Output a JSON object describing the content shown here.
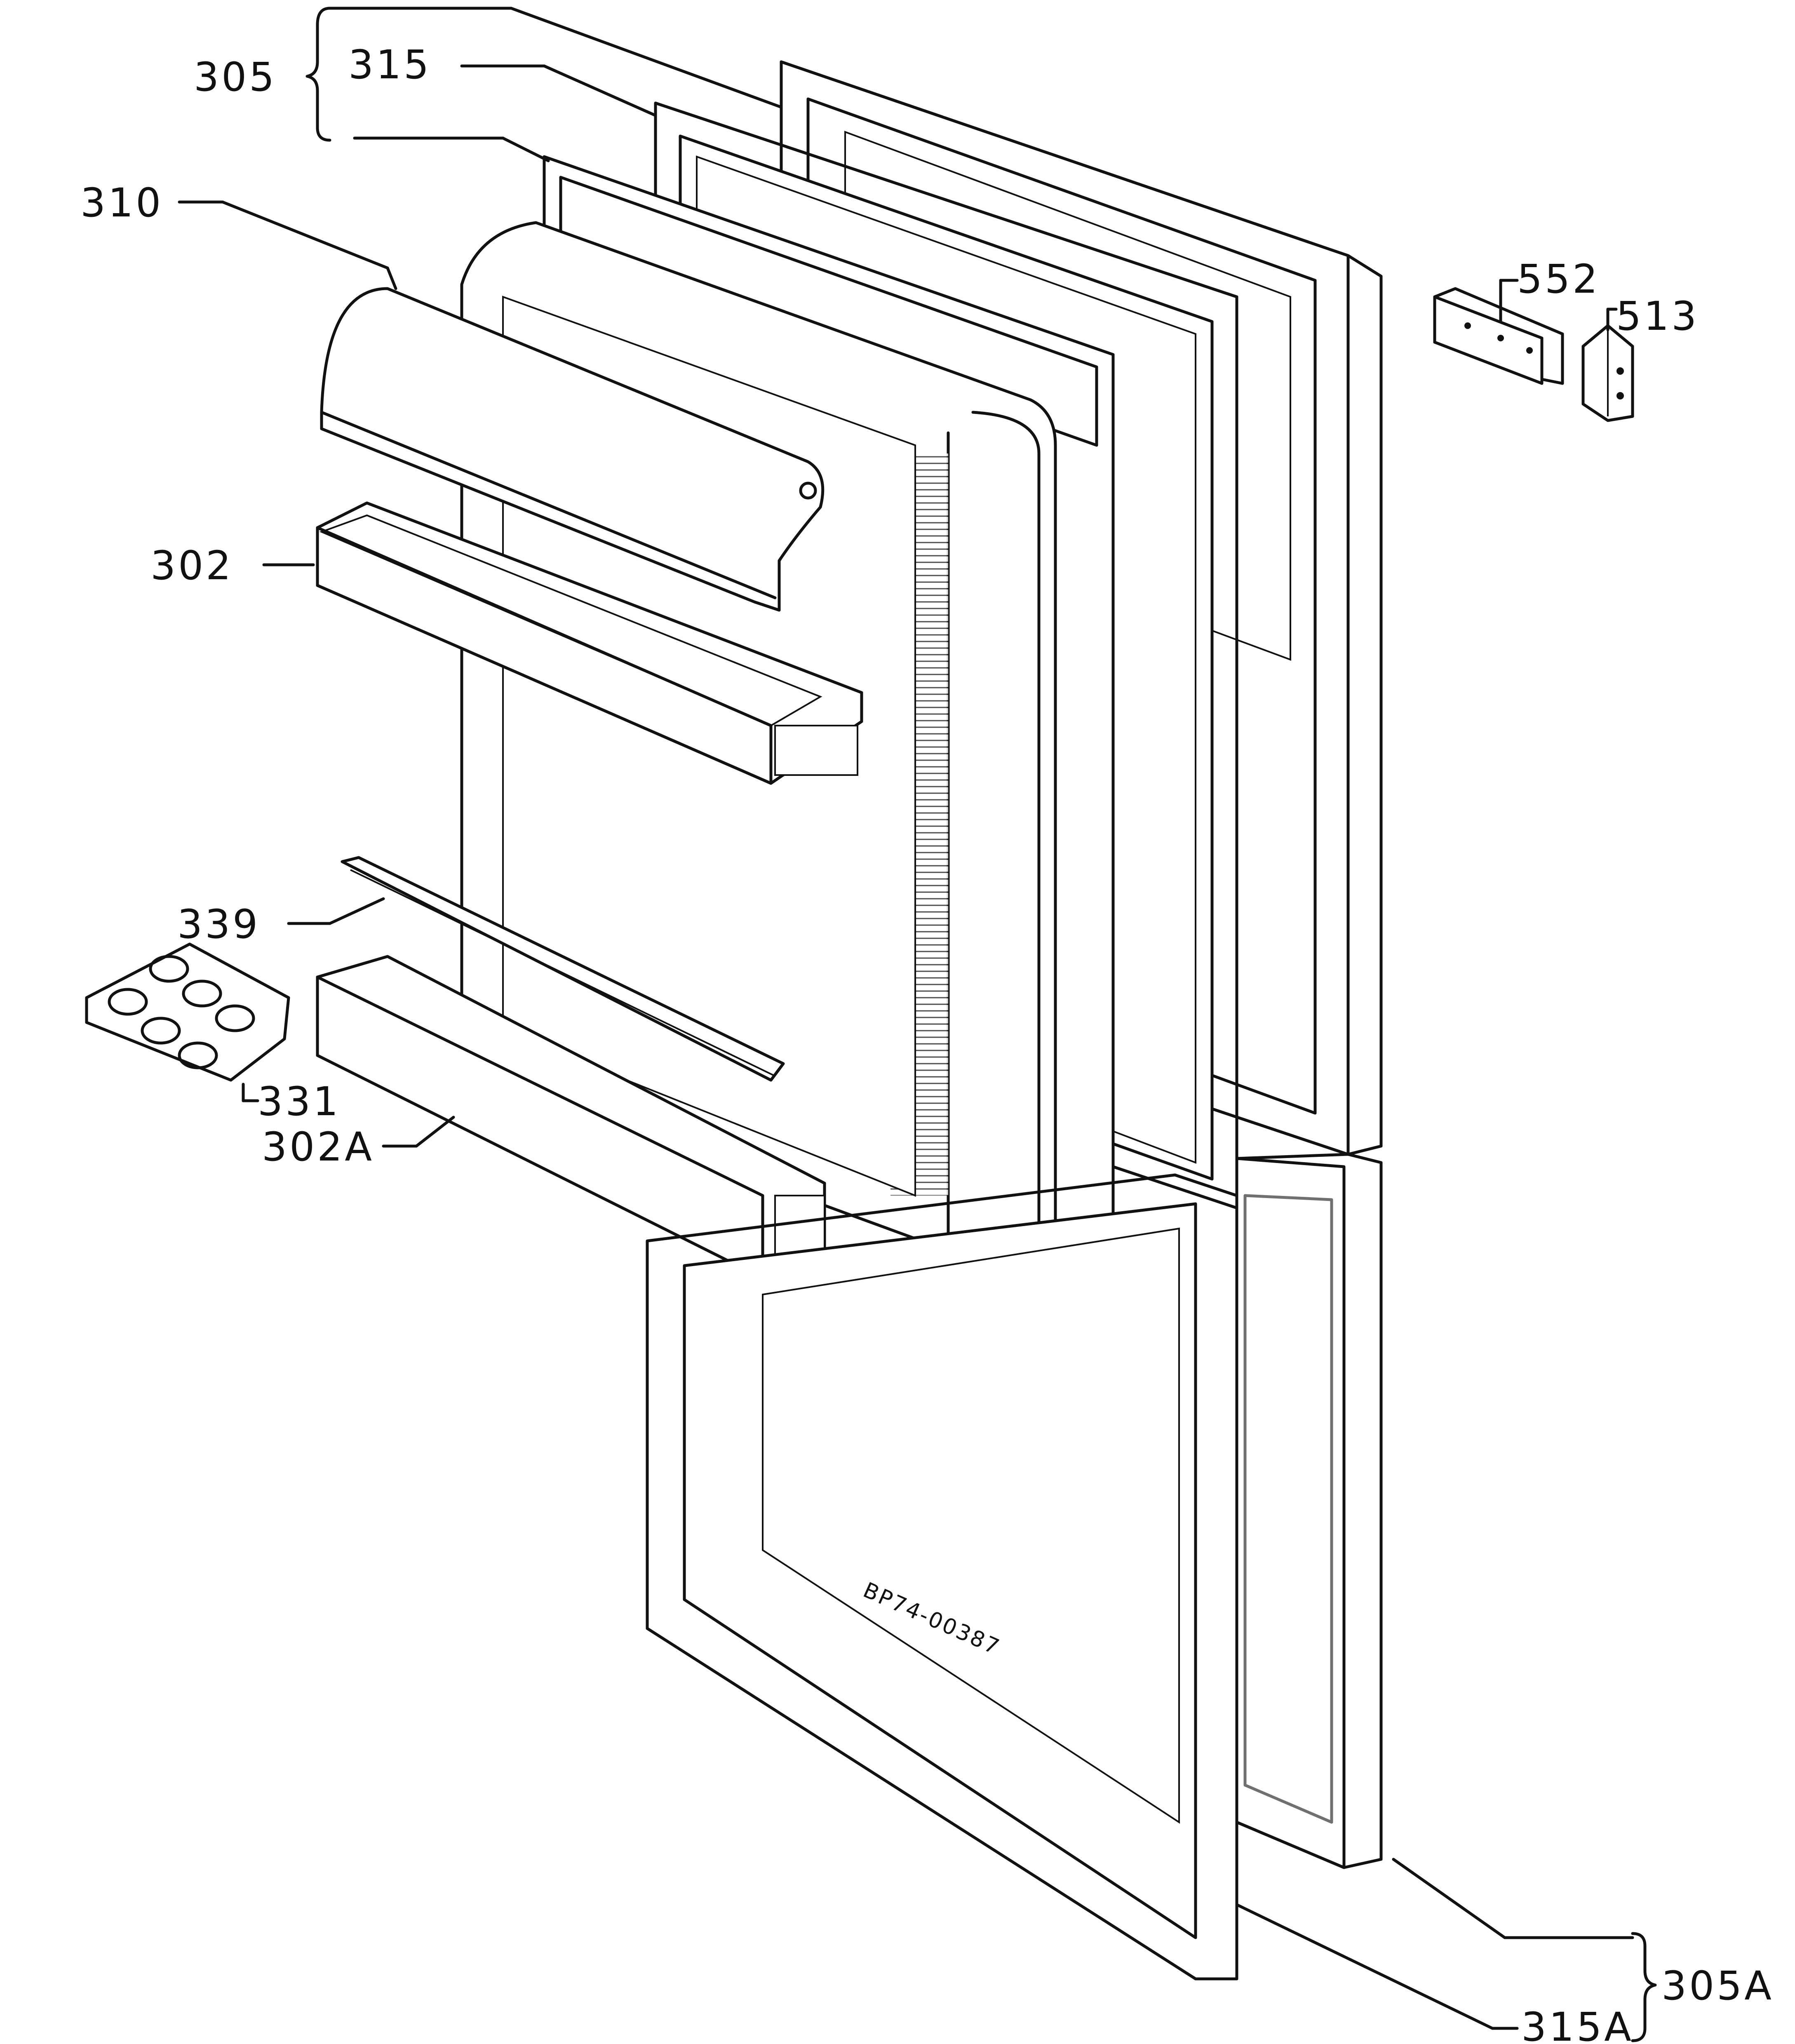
{
  "diagram": {
    "labels": {
      "l305": "305",
      "l315": "315",
      "l310": "310",
      "l302": "302",
      "l339": "339",
      "l331": "331",
      "l302a": "302A",
      "l552": "552",
      "l513": "513",
      "l305a": "305A",
      "l315a": "315A"
    },
    "drawing_code": "BP74-00387"
  }
}
